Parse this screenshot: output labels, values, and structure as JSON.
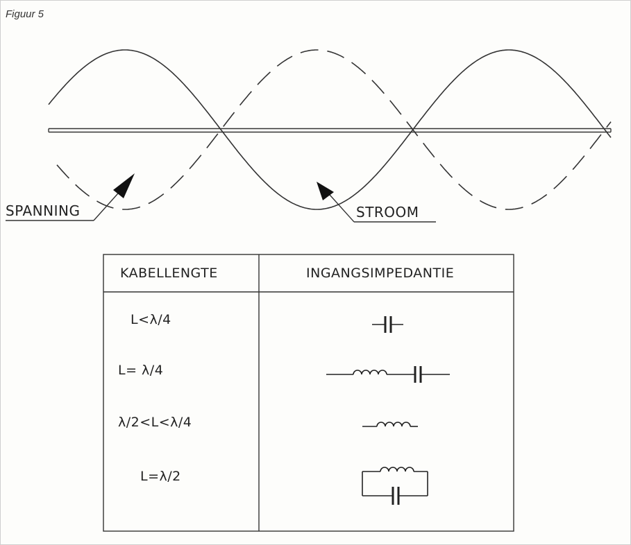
{
  "figure": {
    "title": "Figuur 5"
  },
  "wave": {
    "labels": {
      "voltage": "SPANNING",
      "current": "STROOM"
    }
  },
  "table": {
    "headers": [
      "KABELLENGTE",
      "INGANGSIMPEDANTIE"
    ],
    "rows": [
      {
        "length": "L<λ/4",
        "impedance": "capacitor"
      },
      {
        "length": "L=  λ/4",
        "impedance": "inductor-series-capacitor"
      },
      {
        "length": "λ/2<L<λ/4",
        "impedance": "inductor"
      },
      {
        "length": "L=λ/2",
        "impedance": "inductor-parallel-capacitor"
      }
    ]
  }
}
